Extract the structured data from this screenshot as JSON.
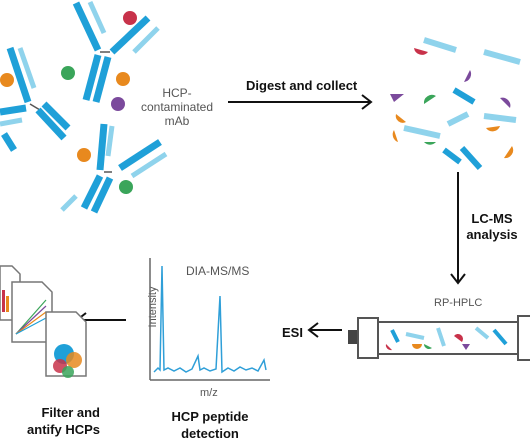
{
  "labels": {
    "hcp_contaminated": "HCP-\ncontaminated\nmAb",
    "digest": "Digest and collect",
    "lcms": "LC-MS\nanalysis",
    "rphplc": "RP-HPLC",
    "esi": "ESI",
    "dia": "DIA-MS/MS",
    "intensity": "Intensity",
    "mz": "m/z",
    "hcp_detection": "HCP peptide\ndetection",
    "filter": "Filter and\nantify HCPs"
  },
  "colors": {
    "antibody_dark": "#1fa0d8",
    "antibody_light": "#8fd3ec",
    "dot_red": "#c8324a",
    "dot_green": "#3aa55a",
    "dot_orange": "#e8891e",
    "dot_purple": "#7b4a9c",
    "spectrum": "#2f9fd8",
    "arrow": "#111111"
  }
}
